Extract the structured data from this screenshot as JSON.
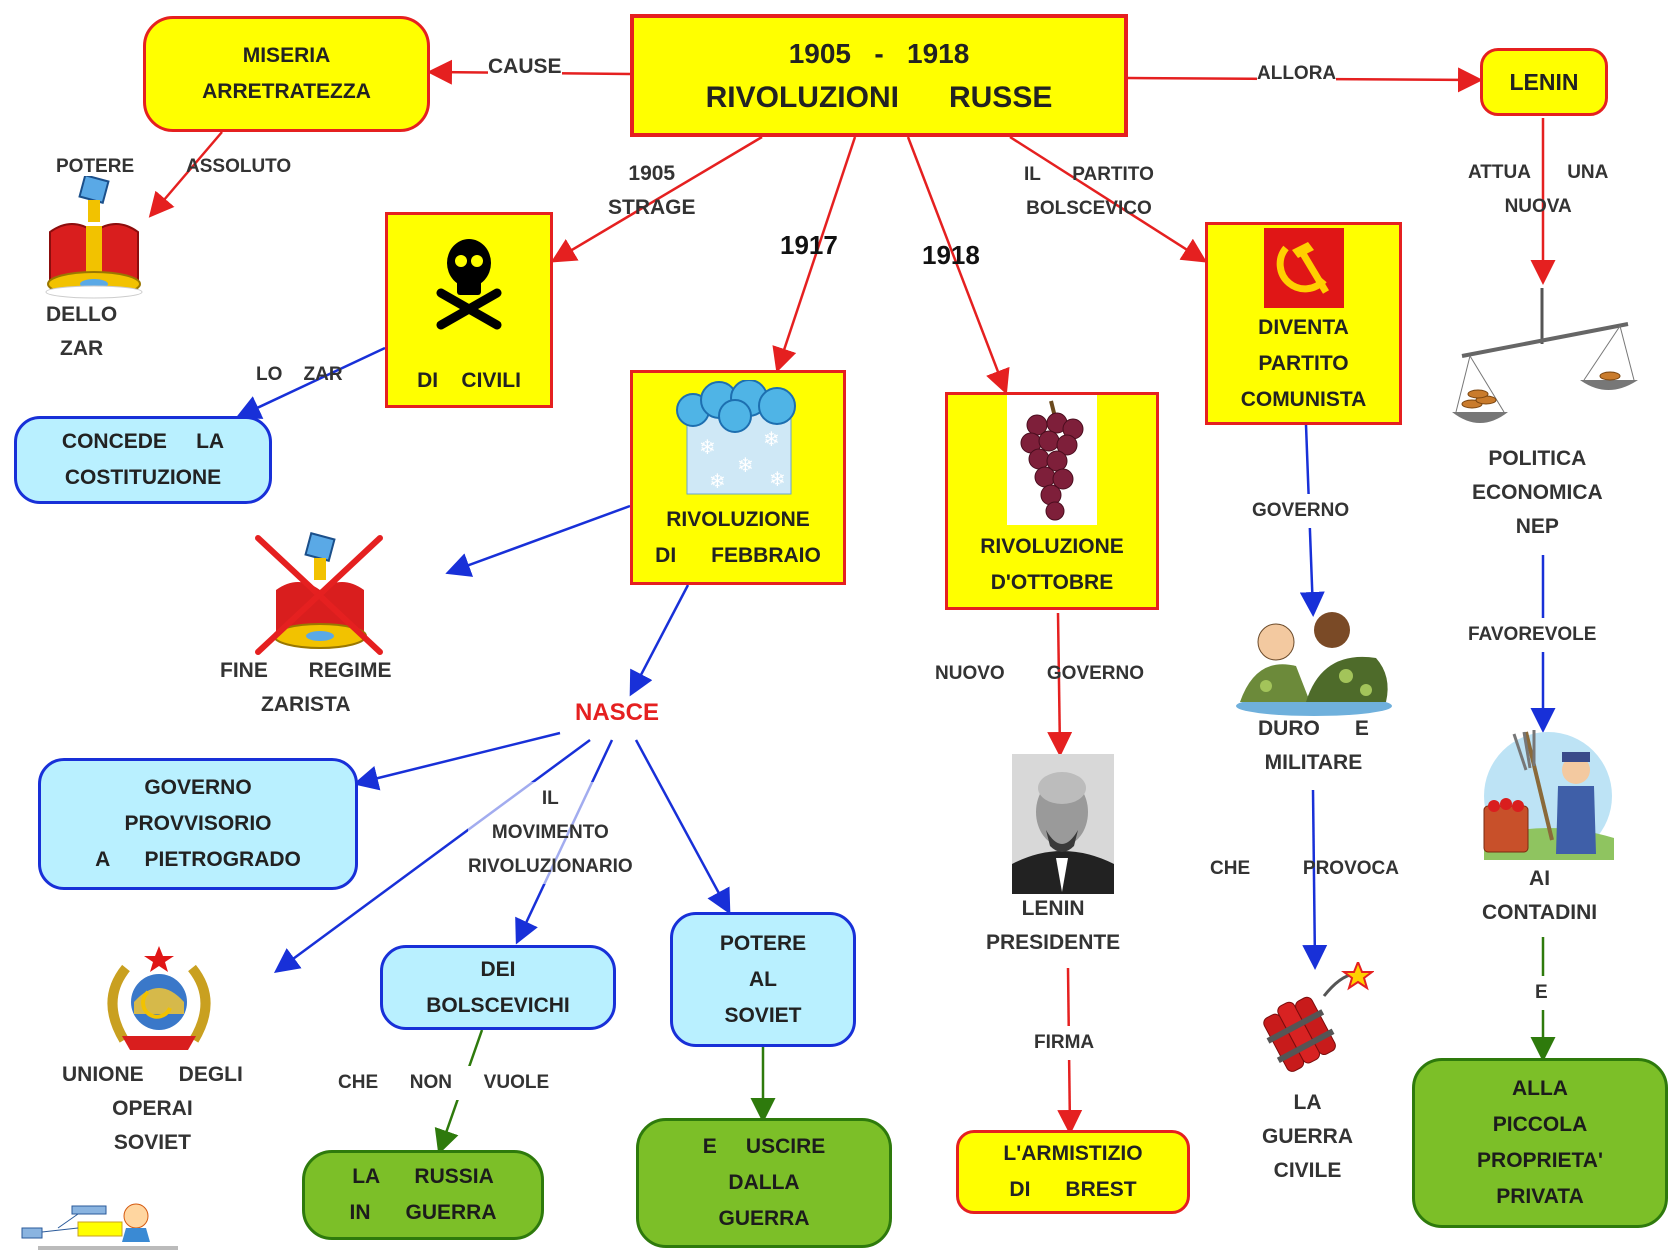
{
  "title": {
    "years": "1905   -   1918",
    "main": "RIVOLUZIONI      RUSSE"
  },
  "boxes": {
    "miseria": "MISERIA\nARRETRATEZZA",
    "lenin_top": "LENIN",
    "civili": "DI    CIVILI",
    "costituzione": "CONCEDE     LA\nCOSTITUZIONE",
    "febbraio": "RIVOLUZIONE\nDI      FEBBRAIO",
    "ottobre": "RIVOLUZIONE\nD'OTTOBRE",
    "comunista": "DIVENTA\nPARTITO\nCOMUNISTA",
    "governo_provv": "GOVERNO\nPROVVISORIO\nA      PIETROGRADO",
    "bolscevichi": "DEI\nBOLSCEVICHI",
    "potere_soviet": "POTERE\nAL\nSOVIET",
    "russia_guerra": "LA      RUSSIA\nIN      GUERRA",
    "uscire_guerra": "E     USCIRE\nDALLA\nGUERRA",
    "armistizio": "L'ARMISTIZIO\nDI      BREST",
    "piccola_proprieta": "ALLA\nPICCOLA\nPROPRIETA'\nPRIVATA"
  },
  "labels": {
    "cause": "CAUSE",
    "allora": "ALLORA",
    "potere": "POTERE",
    "assoluto": "ASSOLUTO",
    "dello_zar": "DELLO\nZAR",
    "strage": "1905\nSTRAGE",
    "y1917": "1917",
    "y1918": "1918",
    "il_partito": "IL      PARTITO\nBOLSCEVICO",
    "attua": "ATTUA       UNA\nNUOVA",
    "lo_zar": "LO    ZAR",
    "fine_regime": "FINE       REGIME\nZARISTA",
    "nasce": "NASCE",
    "movimento": "IL\nMOVIMENTO\nRIVOLUZIONARIO",
    "unione": "UNIONE      DEGLI\nOPERAI\nSOVIET",
    "che_non_vuole": "CHE      NON      VUOLE",
    "nuovo_governo": "NUOVO        GOVERNO",
    "lenin_presidente": "LENIN\nPRESIDENTE",
    "firma": "FIRMA",
    "governo": "GOVERNO",
    "duro_militare": "DURO      E\nMILITARE",
    "che_provoca": "CHE          PROVOCA",
    "guerra_civile": "LA\nGUERRA\nCIVILE",
    "politica_nep": "POLITICA\nECONOMICA\nNEP",
    "favorevole": "FAVOREVOLE",
    "ai_contadini": "AI\nCONTADINI",
    "e": "E"
  },
  "icons": [
    "crown-icon",
    "skull-icon",
    "crossed-crown-icon",
    "snow-cloud-icon",
    "grapes-icon",
    "hammer-sickle-icon",
    "scale-icon",
    "soldiers-icon",
    "lenin-portrait-icon",
    "ussr-emblem-icon",
    "dynamite-icon",
    "farmer-icon",
    "logo-icon"
  ],
  "colors": {
    "yellow": "#ffff00",
    "red": "#e52020",
    "blue_box": "#b9f0ff",
    "blue_line": "#1830d8",
    "green_box": "#7cbf28",
    "green_line": "#2e7a0c"
  }
}
